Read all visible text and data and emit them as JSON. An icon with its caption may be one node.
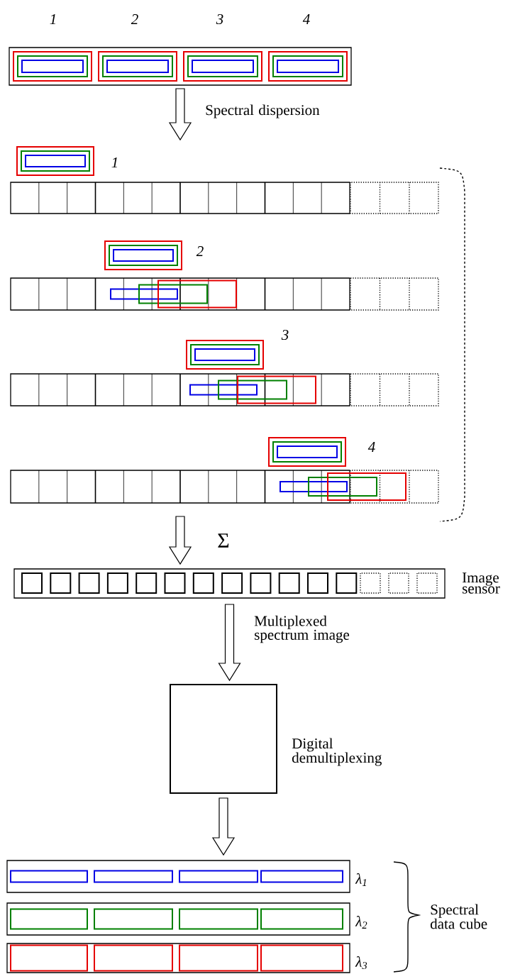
{
  "diagram": {
    "nodes": [
      {
        "text": [],
        "shape": "bar"
      },
      {
        "text": [],
        "shape": "bar"
      },
      {
        "text": [],
        "shape": "bar"
      },
      {
        "text": [],
        "shape": "bar"
      },
      {
        "text": [],
        "shape": "bar"
      },
      {
        "text": [],
        "shape": "bar",
        "beside": [
          "Image sensor"
        ]
      },
      {
        "text": [],
        "shape": "box",
        "beside": [
          "Digital demultiplexing"
        ]
      },
      {
        "text": [],
        "shape": "bar",
        "beside": [
          "λ$_{1}$"
        ]
      },
      {
        "text": [],
        "shape": "bar",
        "beside": [
          "λ$_{2}$"
        ]
      },
      {
        "text": [],
        "shape": "bar",
        "beside": [
          "λ$_{3}$"
        ]
      }
    ],
    "edges": [
      {
        "from": 0,
        "to": 1,
        "arrow": "to",
        "label": "Spectral dispersion"
      },
      {
        "from": 4,
        "to": 5,
        "arrow": "to",
        "label": "Σ"
      },
      {
        "from": 5,
        "to": 6,
        "arrow": "to",
        "label": "Multiplexed spectrum image"
      },
      {
        "from": 6,
        "to": 7,
        "arrow": "to"
      }
    ],
    "labels": [
      "1",
      "2",
      "3",
      "4",
      "1",
      "2",
      "3",
      "4",
      "Spectral data cube"
    ]
  }
}
